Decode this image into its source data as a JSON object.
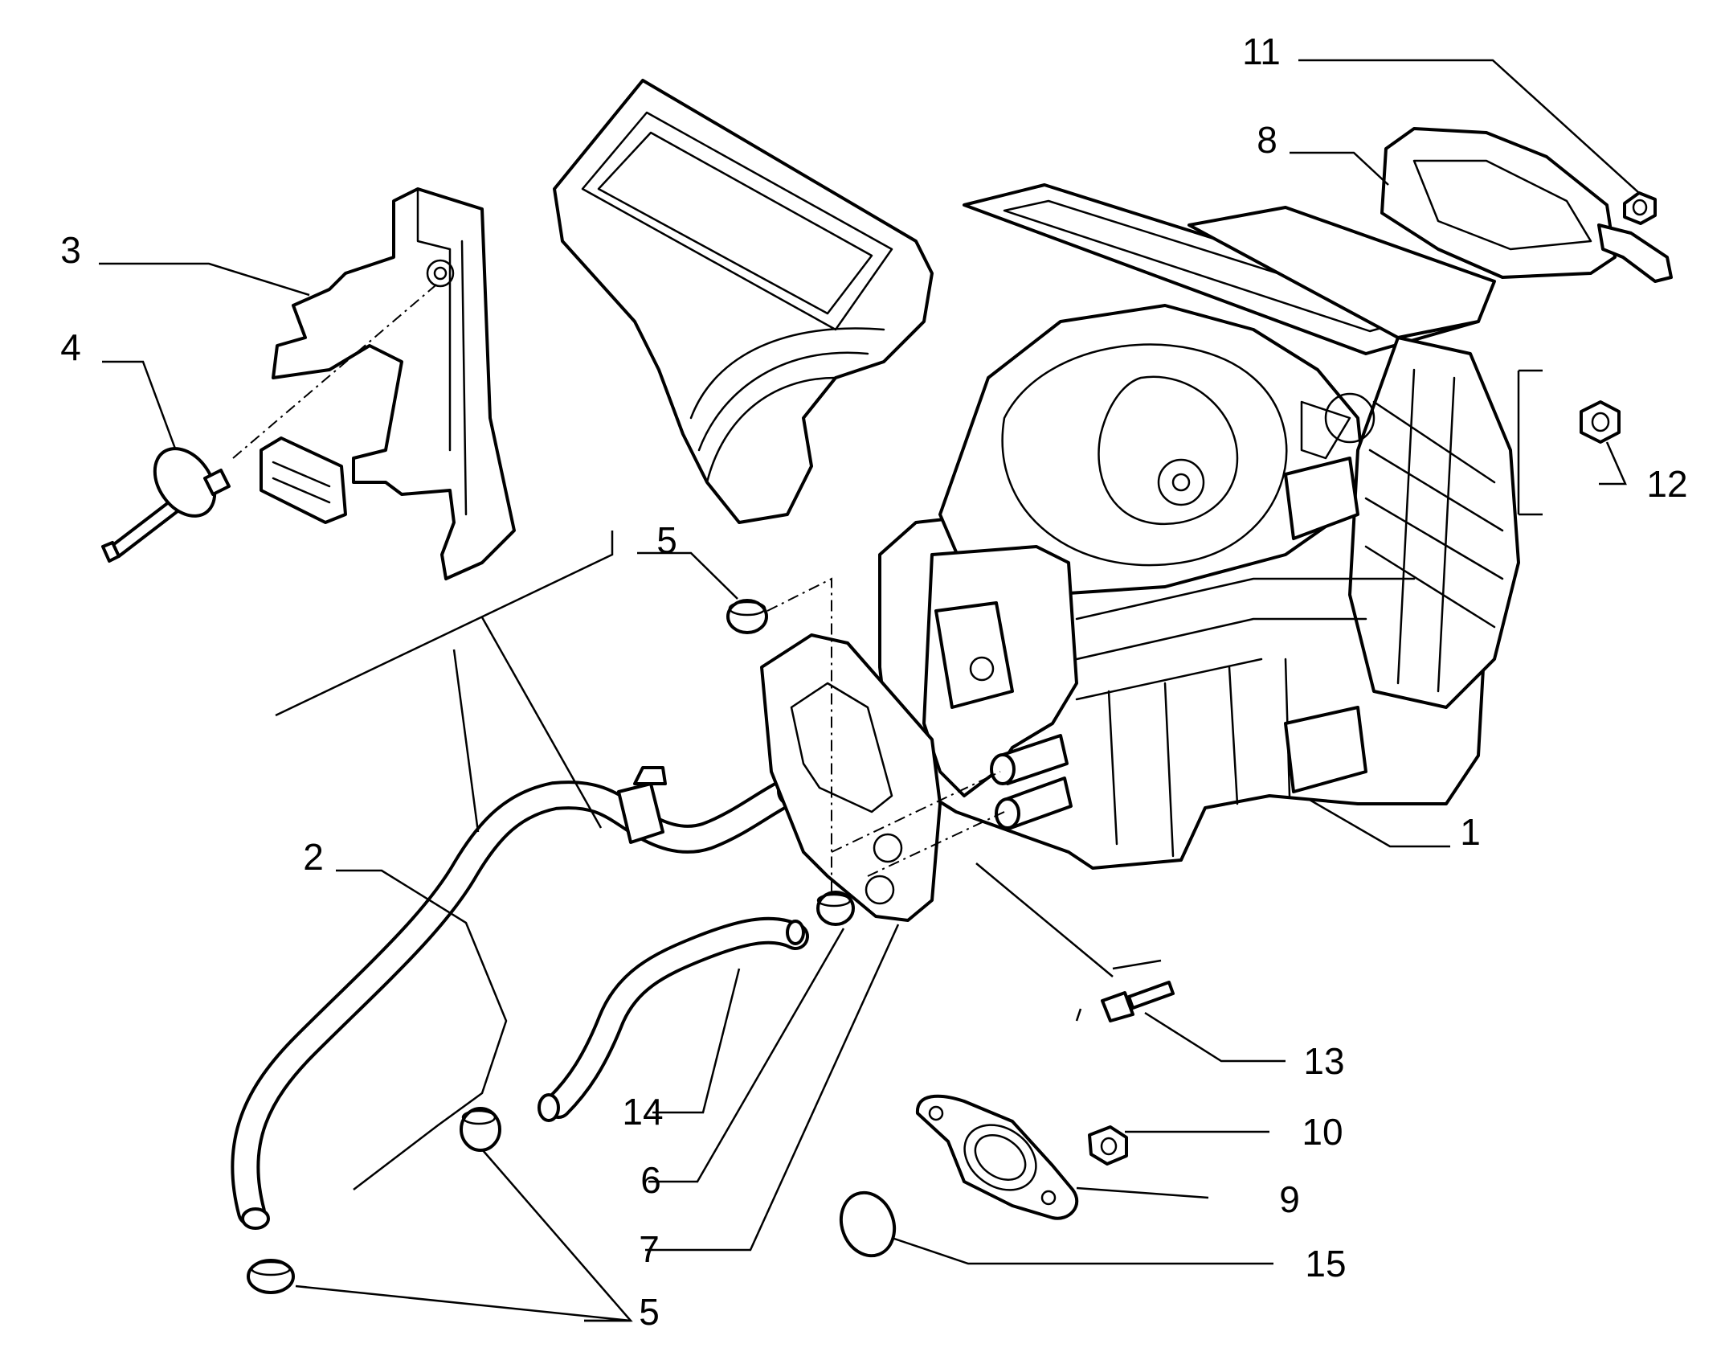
{
  "colors": {
    "line": "#000000",
    "background": "#ffffff"
  },
  "callouts": {
    "c1": "1",
    "c2": "2",
    "c3": "3",
    "c4": "4",
    "c5_top": "5",
    "c5_bottom": "5",
    "c6": "6",
    "c7": "7",
    "c8": "8",
    "c9": "9",
    "c10": "10",
    "c11": "11",
    "c12": "12",
    "c13": "13",
    "c14": "14",
    "c15": "15"
  }
}
